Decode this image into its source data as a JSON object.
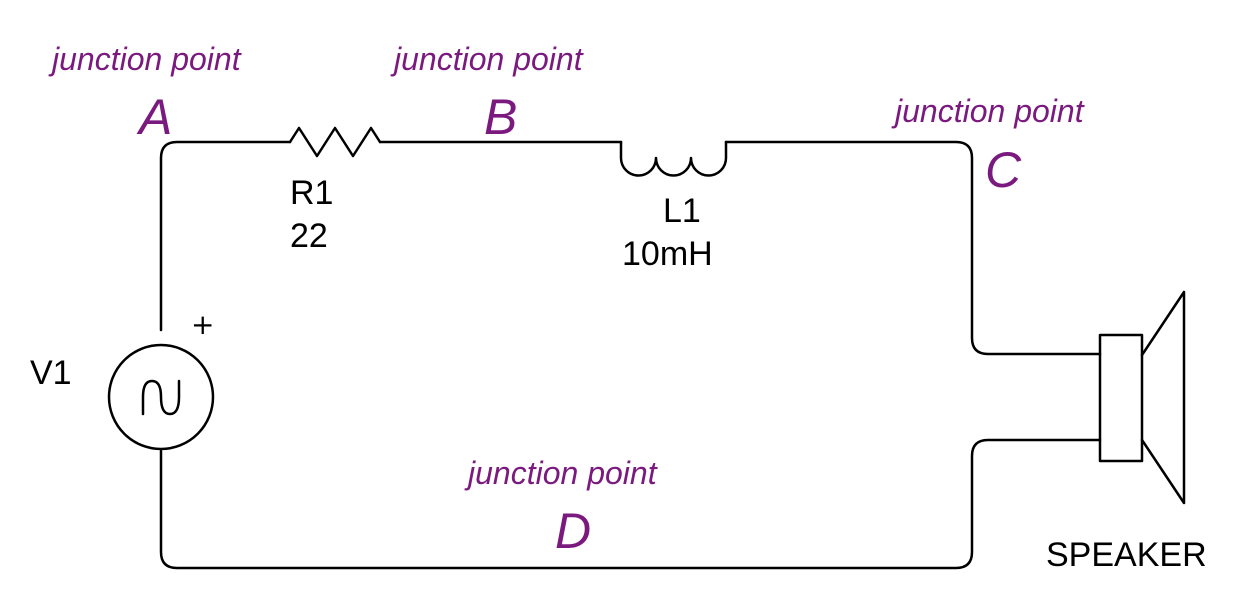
{
  "colors": {
    "annotation": "#7b1a7e",
    "wire": "#000000",
    "background": "#ffffff"
  },
  "junctions": [
    {
      "id": "A",
      "caption": "junction point",
      "letter": "A"
    },
    {
      "id": "B",
      "caption": "junction point",
      "letter": "B"
    },
    {
      "id": "C",
      "caption": "junction point",
      "letter": "C"
    },
    {
      "id": "D",
      "caption": "junction point",
      "letter": "D"
    }
  ],
  "components": {
    "resistor": {
      "name": "R1",
      "value": "22"
    },
    "inductor": {
      "name": "L1",
      "value": "10mH"
    },
    "source": {
      "name": "V1",
      "polarity": "+",
      "icon": "ac-sine-icon"
    },
    "speaker": {
      "name": "SPEAKER",
      "icon": "speaker-icon"
    }
  }
}
